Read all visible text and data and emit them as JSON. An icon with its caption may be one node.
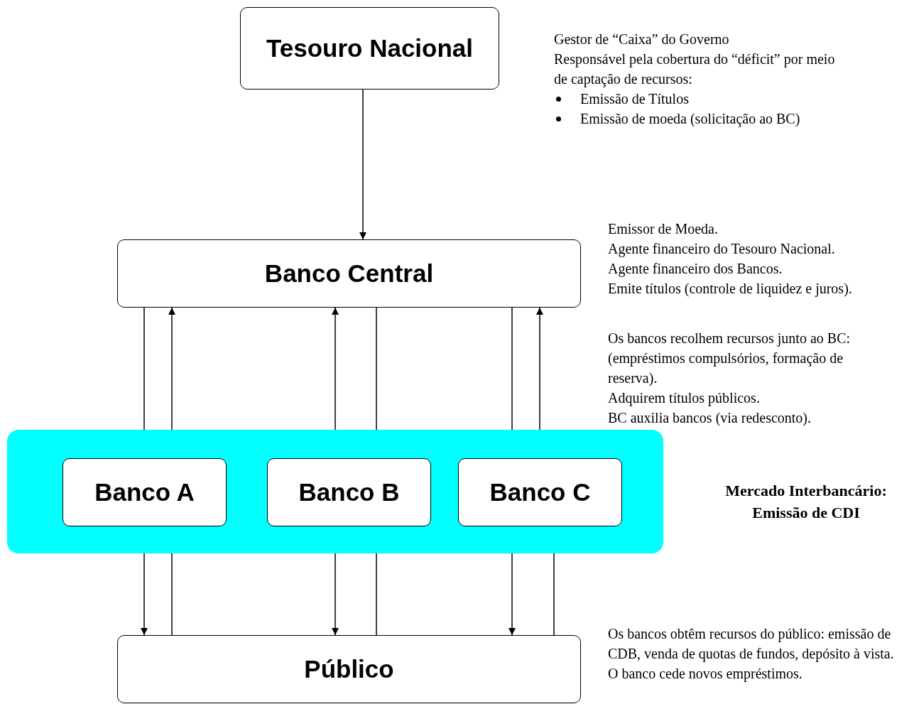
{
  "diagram": {
    "nodes": [
      {
        "text": [
          "Tesouro Nacional"
        ],
        "beside": [
          "Gestor de “Caixa” do Governo",
          "Responsável pela cobertura do “déficit” por meio de captação de recursos:",
          "Emissão de Títulos",
          "Emissão de moeda (solicitação ao BC)"
        ]
      },
      {
        "text": [
          "Banco Central"
        ],
        "beside": [
          "Emissor de Moeda.",
          "Agente financeiro do Tesouro Nacional.",
          "Agente financeiro dos Bancos.",
          "Emite títulos (controle de liquidez e juros)."
        ]
      },
      {
        "text": [],
        "shape": "box",
        "beside": [
          "Mercado Interbancário: Emissão de CDI"
        ]
      },
      {
        "text": [
          "Banco A"
        ],
        "in": 2
      },
      {
        "text": [
          "Banco B"
        ],
        "in": 2
      },
      {
        "text": [
          "Banco C"
        ],
        "in": 2
      },
      {
        "text": [
          "Público"
        ],
        "beside": [
          "Os bancos obtêm recursos do público: emissão de CDB, venda de quotas de fundos, depósito à vista.",
          "O banco cede novos empréstimos."
        ]
      }
    ],
    "edges": [
      {
        "from": 0,
        "to": 1,
        "arrow": "to"
      },
      {
        "from": 1,
        "to": 3,
        "arrow": "to"
      },
      {
        "from": 3,
        "to": 1,
        "arrow": "to"
      },
      {
        "from": 4,
        "to": 1,
        "arrow": "to"
      },
      {
        "from": 1,
        "to": 4,
        "arrow": "to"
      },
      {
        "from": 1,
        "to": 5,
        "arrow": "to"
      },
      {
        "from": 5,
        "to": 1,
        "arrow": "to"
      },
      {
        "from": 3,
        "to": 6,
        "arrow": "to"
      },
      {
        "from": 6,
        "to": 3,
        "arrow": "to"
      },
      {
        "from": 4,
        "to": 6,
        "arrow": "to"
      },
      {
        "from": 6,
        "to": 4,
        "arrow": "to"
      },
      {
        "from": 5,
        "to": 6,
        "arrow": "to"
      },
      {
        "from": 6,
        "to": 5,
        "arrow": "to"
      }
    ],
    "labels": [
      "Os bancos recolhem recursos junto ao BC: (empréstimos compulsórios, formação de reserva).",
      "Adquirem títulos públicos.",
      "BC auxilia bancos (via redesconto)."
    ]
  }
}
